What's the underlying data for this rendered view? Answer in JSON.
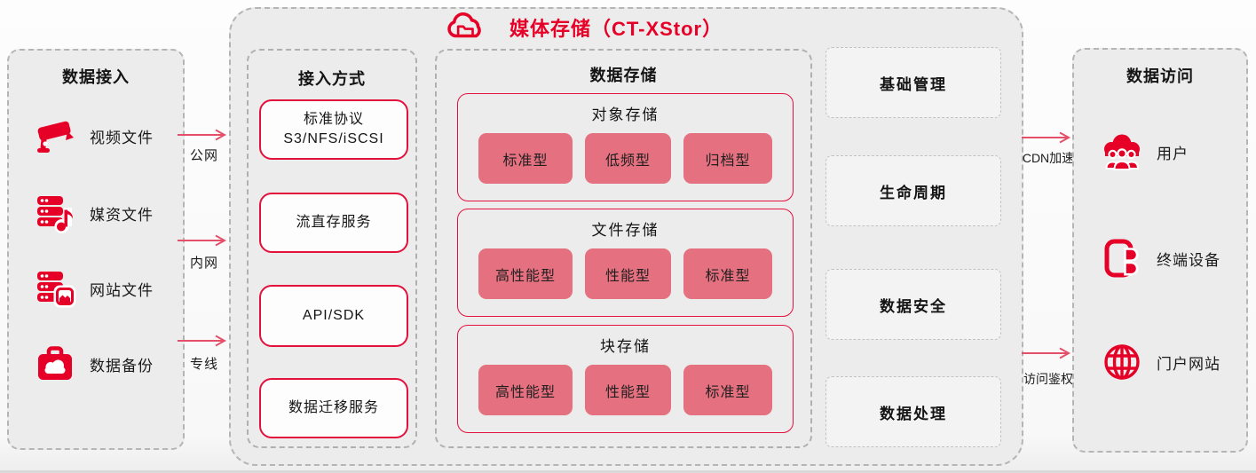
{
  "header": {
    "title": "媒体存储（CT-XStor）",
    "icon": "cloud-folder-icon"
  },
  "ingress": {
    "title": "数据接入",
    "items": [
      {
        "icon": "cctv-camera-icon",
        "label": "视频文件"
      },
      {
        "icon": "media-server-icon",
        "label": "媒资文件"
      },
      {
        "icon": "web-server-icon",
        "label": "网站文件"
      },
      {
        "icon": "backup-bag-icon",
        "label": "数据备份"
      }
    ]
  },
  "ingress_links": [
    {
      "label": "公网"
    },
    {
      "label": "内网"
    },
    {
      "label": "专线"
    }
  ],
  "access_methods": {
    "title": "接入方式",
    "items": [
      {
        "line1": "标准协议",
        "line2": "S3/NFS/iSCSI"
      },
      {
        "line1": "流直存服务"
      },
      {
        "line1": "API/SDK"
      },
      {
        "line1": "数据迁移服务"
      }
    ]
  },
  "storage": {
    "title": "数据存储",
    "groups": [
      {
        "title": "对象存储",
        "tiers": [
          "标准型",
          "低频型",
          "归档型"
        ]
      },
      {
        "title": "文件存储",
        "tiers": [
          "高性能型",
          "性能型",
          "标准型"
        ]
      },
      {
        "title": "块存储",
        "tiers": [
          "高性能型",
          "性能型",
          "标准型"
        ]
      }
    ]
  },
  "management": {
    "items": [
      {
        "label": "基础管理"
      },
      {
        "label": "生命周期"
      },
      {
        "label": "数据安全"
      },
      {
        "label": "数据处理"
      }
    ]
  },
  "egress_links": [
    {
      "label": "CDN加速"
    },
    {
      "label": "访问鉴权"
    }
  ],
  "access": {
    "title": "数据访问",
    "items": [
      {
        "icon": "users-icon",
        "label": "用户"
      },
      {
        "icon": "device-icon",
        "label": "终端设备"
      },
      {
        "icon": "globe-icon",
        "label": "门户网站"
      }
    ]
  },
  "colors": {
    "accent_red": "#e60027",
    "box_border_red": "#e2123d",
    "tier_pink": "#e5707f",
    "arrow_pink": "#e4506a",
    "panel_gray": "#ececec",
    "dashed_border_gray": "#b5b5b5",
    "text_black": "#141414"
  }
}
